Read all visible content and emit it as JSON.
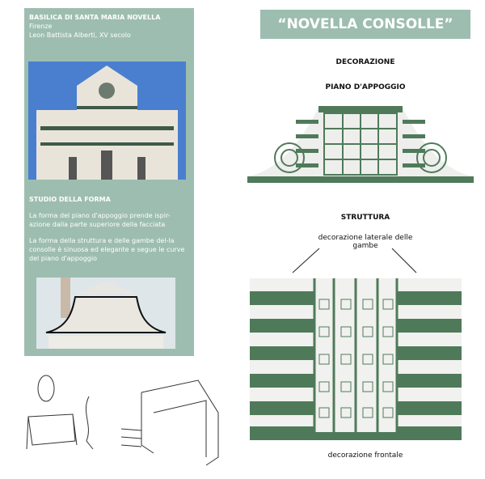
{
  "left_panel": {
    "title": "BASILICA DI SANTA MARIA NOVELLA",
    "city": "Firenze",
    "author": "Leon Battista Alberti, XV secolo",
    "section_title": "STUDIO DELLA FORMA",
    "paragraph1": "La forma del piano d'appoggio prende ispir-azione dalla parte superiore della facciata",
    "paragraph2": "La forma della struttura e delle gambe del-la consolle è sinuosa ed elegante e segue le curve del piano d'appoggio"
  },
  "right": {
    "title": "“NOVELLA CONSOLLE”",
    "decorazione": "DECORAZIONE",
    "piano": "PIANO D'APPOGGIO",
    "struttura": "STRUTTURA",
    "lateral": "decorazione laterale delle gambe",
    "frontale": "decorazione frontale"
  },
  "colors": {
    "panel": "#9dbdb0",
    "marble_green": "#4f7a5a"
  }
}
